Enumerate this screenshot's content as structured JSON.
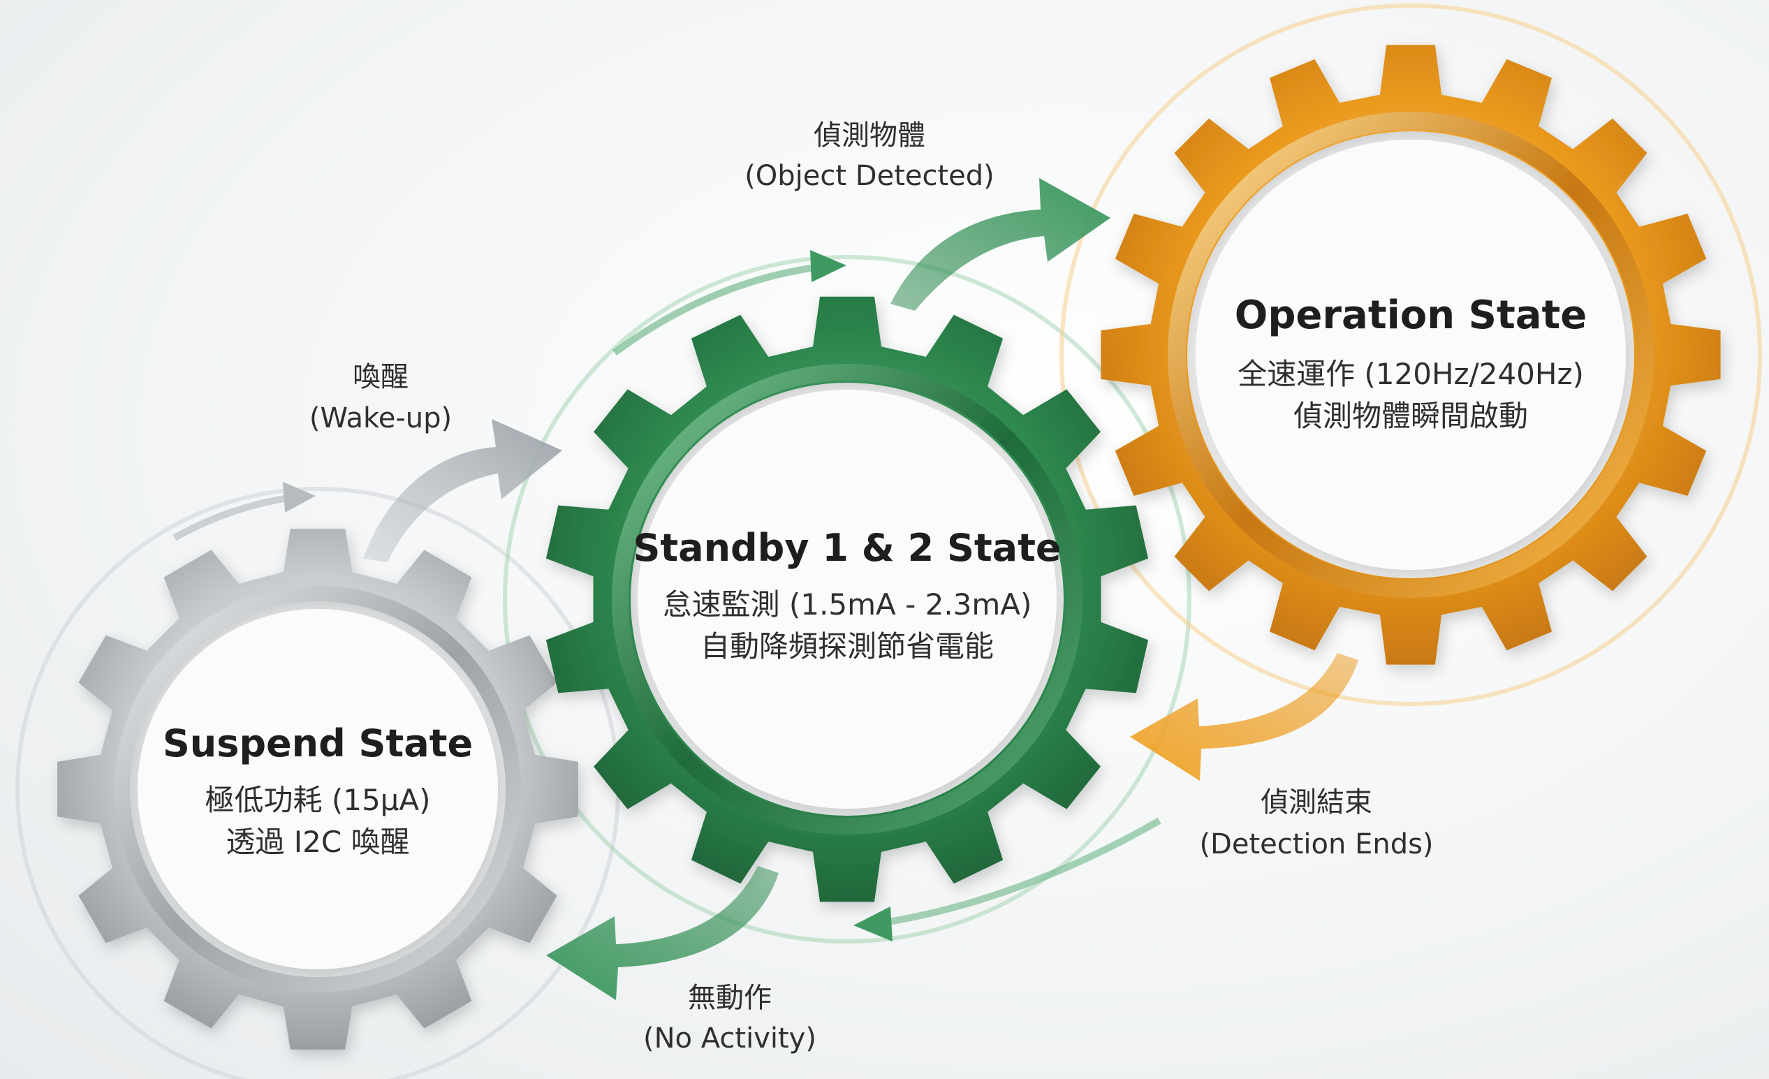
{
  "states": {
    "suspend": {
      "title": "Suspend State",
      "line1": "極低功耗 (15μA)",
      "line2": "透過 I2C 喚醒",
      "color": "#a9aeb3"
    },
    "standby": {
      "title": "Standby 1 & 2 State",
      "line1": "怠速監測 (1.5mA - 2.3mA)",
      "line2": "自動降頻探測節省電能",
      "color": "#2f8a50"
    },
    "operation": {
      "title": "Operation State",
      "line1": "全速運作 (120Hz/240Hz)",
      "line2": "偵測物體瞬間啟動",
      "color": "#eb9a1e"
    }
  },
  "transitions": {
    "wake_up": {
      "zh": "喚醒",
      "en": "(Wake-up)"
    },
    "object_detected": {
      "zh": "偵測物體",
      "en": "(Object Detected)"
    },
    "detection_ends": {
      "zh": "偵測結束",
      "en": "(Detection Ends)"
    },
    "no_activity": {
      "zh": "無動作",
      "en": "(No Activity)"
    }
  },
  "icons": {
    "gear": "gear-icon",
    "arrow": "curved-arrow-icon"
  }
}
